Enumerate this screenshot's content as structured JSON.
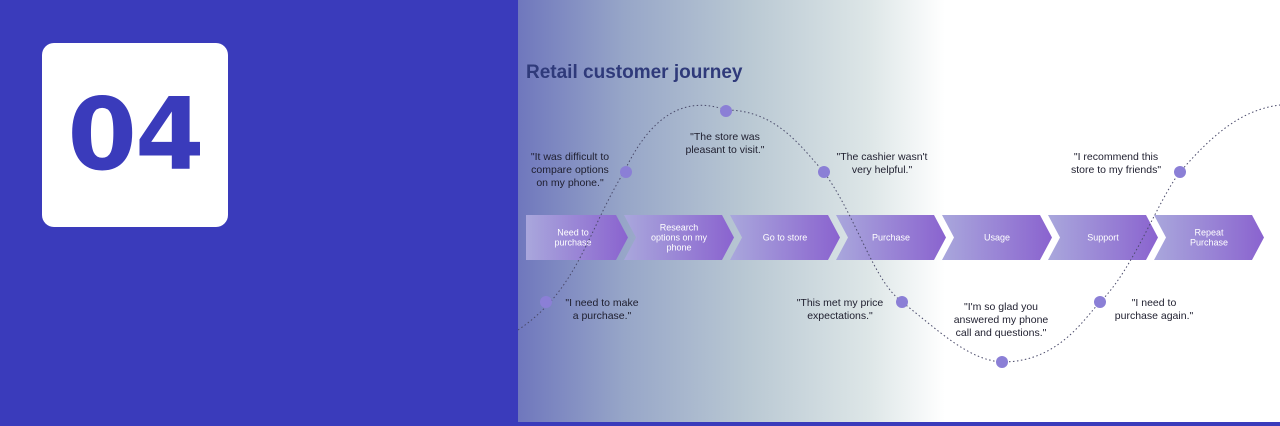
{
  "slide_number": "04",
  "diagram": {
    "title": "Retail customer journey",
    "stages": [
      [
        "Need to",
        "purchase"
      ],
      [
        "Research",
        "options on my",
        "phone"
      ],
      [
        "Go to store"
      ],
      [
        "Purchase"
      ],
      [
        "Usage"
      ],
      [
        "Support"
      ],
      [
        "Repeat",
        "Purchase"
      ]
    ],
    "quotes": {
      "difficult": "\"It was difficult to\ncompare options\non my phone.\"",
      "need": "\"I need to make\na purchase.\"",
      "pleasant": "\"The store was\npleasant to visit.\"",
      "cashier": "\"The cashier wasn't\nvery helpful.\"",
      "price": "\"This met my price\nexpectations.\"",
      "glad": "\"I'm so glad you\nanswered my phone\ncall and questions.\"",
      "recommend": "\"I recommend this\nstore to my friends\"",
      "again": "\"I need to\npurchase again.\""
    },
    "colors": {
      "band_start": "#a9a7dc",
      "band_end": "#8a63cf",
      "dot": "#8b7fd6",
      "background": "#3a3bbb"
    }
  }
}
